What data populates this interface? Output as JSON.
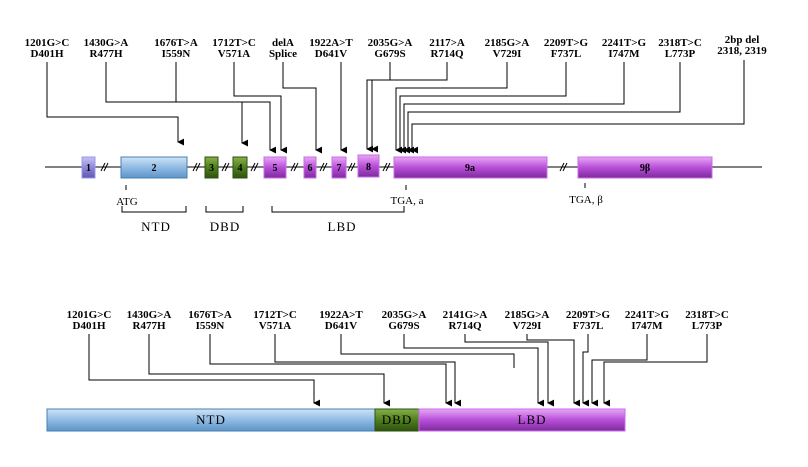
{
  "gene_diagram": {
    "mutations": [
      {
        "l1": "1201G>C",
        "l2": "D401H"
      },
      {
        "l1": "1430G>A",
        "l2": "R477H"
      },
      {
        "l1": "1676T>A",
        "l2": "I559N"
      },
      {
        "l1": "1712T>C",
        "l2": "V571A"
      },
      {
        "l1": "delA",
        "l2": "Splice"
      },
      {
        "l1": "1922A>T",
        "l2": "D641V"
      },
      {
        "l1": "2035G>A",
        "l2": "G679S"
      },
      {
        "l1": "2117>A",
        "l2": "R714Q"
      },
      {
        "l1": "2185G>A",
        "l2": "V729I"
      },
      {
        "l1": "2209T>G",
        "l2": "F737L"
      },
      {
        "l1": "2241T>G",
        "l2": "I747M"
      },
      {
        "l1": "2318T>C",
        "l2": "L773P"
      },
      {
        "l1": "2bp del",
        "l2": "2318, 2319"
      }
    ],
    "exons": [
      "1",
      "2",
      "3",
      "4",
      "5",
      "6",
      "7",
      "8",
      "9a",
      "9β"
    ],
    "markers": {
      "atg": "ATG",
      "tga_a": "TGA, a",
      "tga_b": "TGA, β"
    },
    "domains": [
      "NTD",
      "DBD",
      "LBD"
    ]
  },
  "protein_diagram": {
    "mutations": [
      {
        "l1": "1201G>C",
        "l2": "D401H"
      },
      {
        "l1": "1430G>A",
        "l2": "R477H"
      },
      {
        "l1": "1676T>A",
        "l2": "I559N"
      },
      {
        "l1": "1712T>C",
        "l2": "V571A"
      },
      {
        "l1": "1922A>T",
        "l2": "D641V"
      },
      {
        "l1": "2035G>A",
        "l2": "G679S"
      },
      {
        "l1": "2141G>A",
        "l2": "R714Q"
      },
      {
        "l1": "2185G>A",
        "l2": "V729I"
      },
      {
        "l1": "2209T>G",
        "l2": "F737L"
      },
      {
        "l1": "2241T>G",
        "l2": "I747M"
      },
      {
        "l1": "2318T>C",
        "l2": "L773P"
      }
    ],
    "domains": [
      "NTD",
      "DBD",
      "LBD"
    ]
  },
  "colors": {
    "ntd": "#9cc3e6",
    "dbd": "#4f7f1c",
    "lbd": "#b74fd8",
    "exon1": "#8e88d8"
  }
}
